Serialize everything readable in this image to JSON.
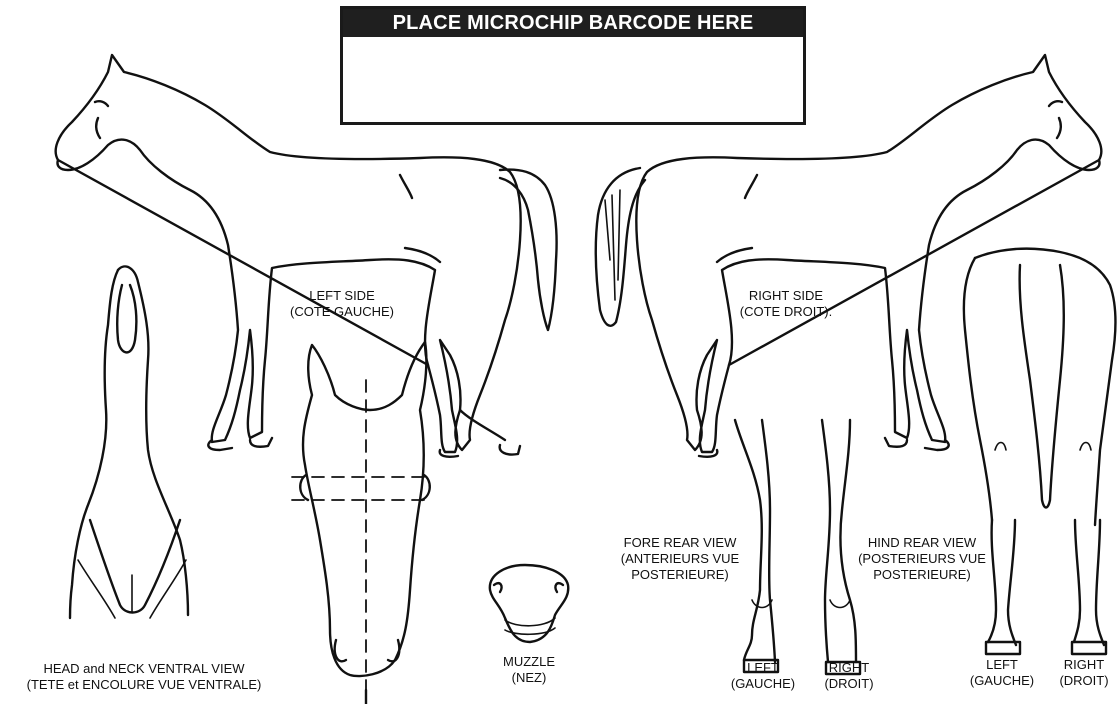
{
  "barcode": {
    "title": "PLACE MICROCHIP BARCODE HERE"
  },
  "labels": {
    "left_side": {
      "line1": "LEFT SIDE",
      "line2": "(COTE GAUCHE)"
    },
    "right_side": {
      "line1": "RIGHT SIDE",
      "line2": "(COTE DROIT)."
    },
    "head_neck": {
      "line1": "HEAD and NECK VENTRAL VIEW",
      "line2": "(TETE et ENCOLURE VUE VENTRALE)"
    },
    "muzzle": {
      "line1": "MUZZLE",
      "line2": "(NEZ)"
    },
    "fore_rear": {
      "line1": "FORE REAR VIEW",
      "line2": "(ANTERIEURS VUE",
      "line3": "POSTERIEURE)"
    },
    "hind_rear": {
      "line1": "HIND REAR VIEW",
      "line2": "(POSTERIEURS VUE",
      "line3": "POSTERIEURE)"
    },
    "fore_left": {
      "line1": "LEFT",
      "line2": "(GAUCHE)"
    },
    "fore_right": {
      "line1": "RIGHT",
      "line2": "(DROIT)"
    },
    "hind_left": {
      "line1": "LEFT",
      "line2": "(GAUCHE)"
    },
    "hind_right": {
      "line1": "RIGHT",
      "line2": "(DROIT)"
    }
  }
}
